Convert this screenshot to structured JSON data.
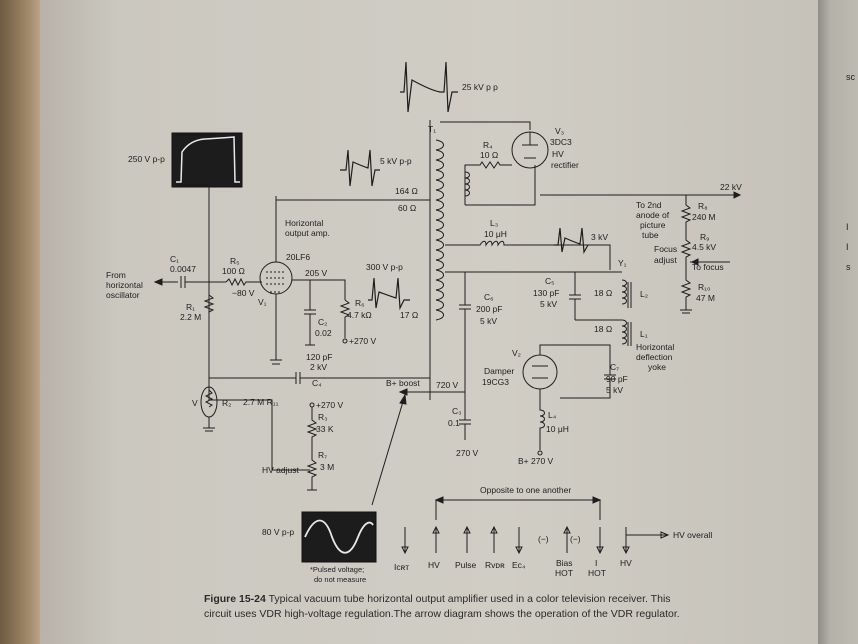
{
  "caption": {
    "figure_label": "Figure 15-24",
    "text": "Typical vacuum tube horizontal output amplifier used in a color television receiver. This circuit uses VDR high-voltage regulation.The arrow diagram shows the operation of the VDR regulator."
  },
  "edge_text": {
    "e1": "sc",
    "e2": "I",
    "e3": "I",
    "e4": "s"
  },
  "labels": {
    "v250pp": "250 V p-p",
    "v25kv": "25 kV p p",
    "v5kv": "5 kV p-p",
    "v300": "300 V p-p",
    "v3kv": "3 kV",
    "v80": "80 V p-p",
    "from_osc": "From",
    "from_osc2": "horizontal",
    "from_osc3": "oscillator",
    "c1": "C₁",
    "c1v": "0.0047",
    "r1": "R₁",
    "r1v": "2.2 M",
    "r5": "R₅",
    "r5v": "100 Ω",
    "m80": "−80 V",
    "v1": "V₁",
    "tube1": "20LF6",
    "amp1": "Horizontal",
    "amp2": "output amp.",
    "v205": "205 V",
    "c2": "C₂",
    "c2v": "0.02",
    "r6": "R₆",
    "r6v": "4.7 kΩ",
    "p270a": "+270 V",
    "c120": "120 pF",
    "c2kv": "2 kV",
    "c4": "C₄",
    "r2": "R₂",
    "v": "V",
    "r11": "2.7 M R₁₁",
    "p270b": "+270 V",
    "r3": "R₃",
    "r3v": "33 K",
    "r7": "R₇",
    "r7v": "3 M",
    "hvadj": "HV adjust",
    "bboost": "B+ boost",
    "v720": "720 V",
    "c3": "C₃",
    "c3v": "0.1",
    "v270": "270 V",
    "t1": "T₁",
    "o164": "164 Ω",
    "o60": "60 Ω",
    "o17": "17 Ω",
    "r4": "R₄",
    "r4v": "10 Ω",
    "v3": "V₃",
    "tube3": "3DC3",
    "hv": "HV",
    "rect": "rectifier",
    "kv22": "22 kV",
    "anode1": "To 2nd",
    "anode2": "anode of",
    "anode3": "picture",
    "anode4": "tube",
    "r8": "R₈",
    "r8v": "240 M",
    "r9": "R₉",
    "r9v": "4.5 kV",
    "focus1": "Focus",
    "focus2": "adjust",
    "tofocus": "To focus",
    "r10": "R₁₀",
    "r10v": "47 M",
    "l3": "L₃",
    "l3v": "10 μH",
    "c5": "C₅",
    "c5v": "130 pF",
    "c5k": "5 kV",
    "y1": "Y₁",
    "o18a": "18 Ω",
    "o18b": "18 Ω",
    "l2": "L₂",
    "l1": "L₁",
    "c6": "C₆",
    "c6v": "200 pF",
    "c6k": "5 kV",
    "yoke1": "Horizontal",
    "yoke2": "deflection",
    "yoke3": "yoke",
    "v2": "V₂",
    "damp1": "Damper",
    "damp2": "19CG3",
    "c7": "C₇",
    "c7v": "90 pF",
    "c7k": "5 kV",
    "l4": "L₄",
    "l4v": "10 μH",
    "bp270": "B+ 270 V",
    "pulsed1": "*Pulsed voltage;",
    "pulsed2": "do not measure",
    "opp": "Opposite to one another",
    "hvo": "HV overall",
    "a_icrt": "Iᴄʀᴛ",
    "a_hv": "HV",
    "a_pulse": "Pulse",
    "a_rvdr": "Rᴠᴅʀ",
    "a_ec4": "Eᴄ₄",
    "a_bias": "Bias",
    "a_hot": "HOT",
    "a_i": "I",
    "a_hot2": "HOT",
    "a_hv2": "HV",
    "a_neg1": "(−)",
    "a_neg2": "(−)"
  }
}
